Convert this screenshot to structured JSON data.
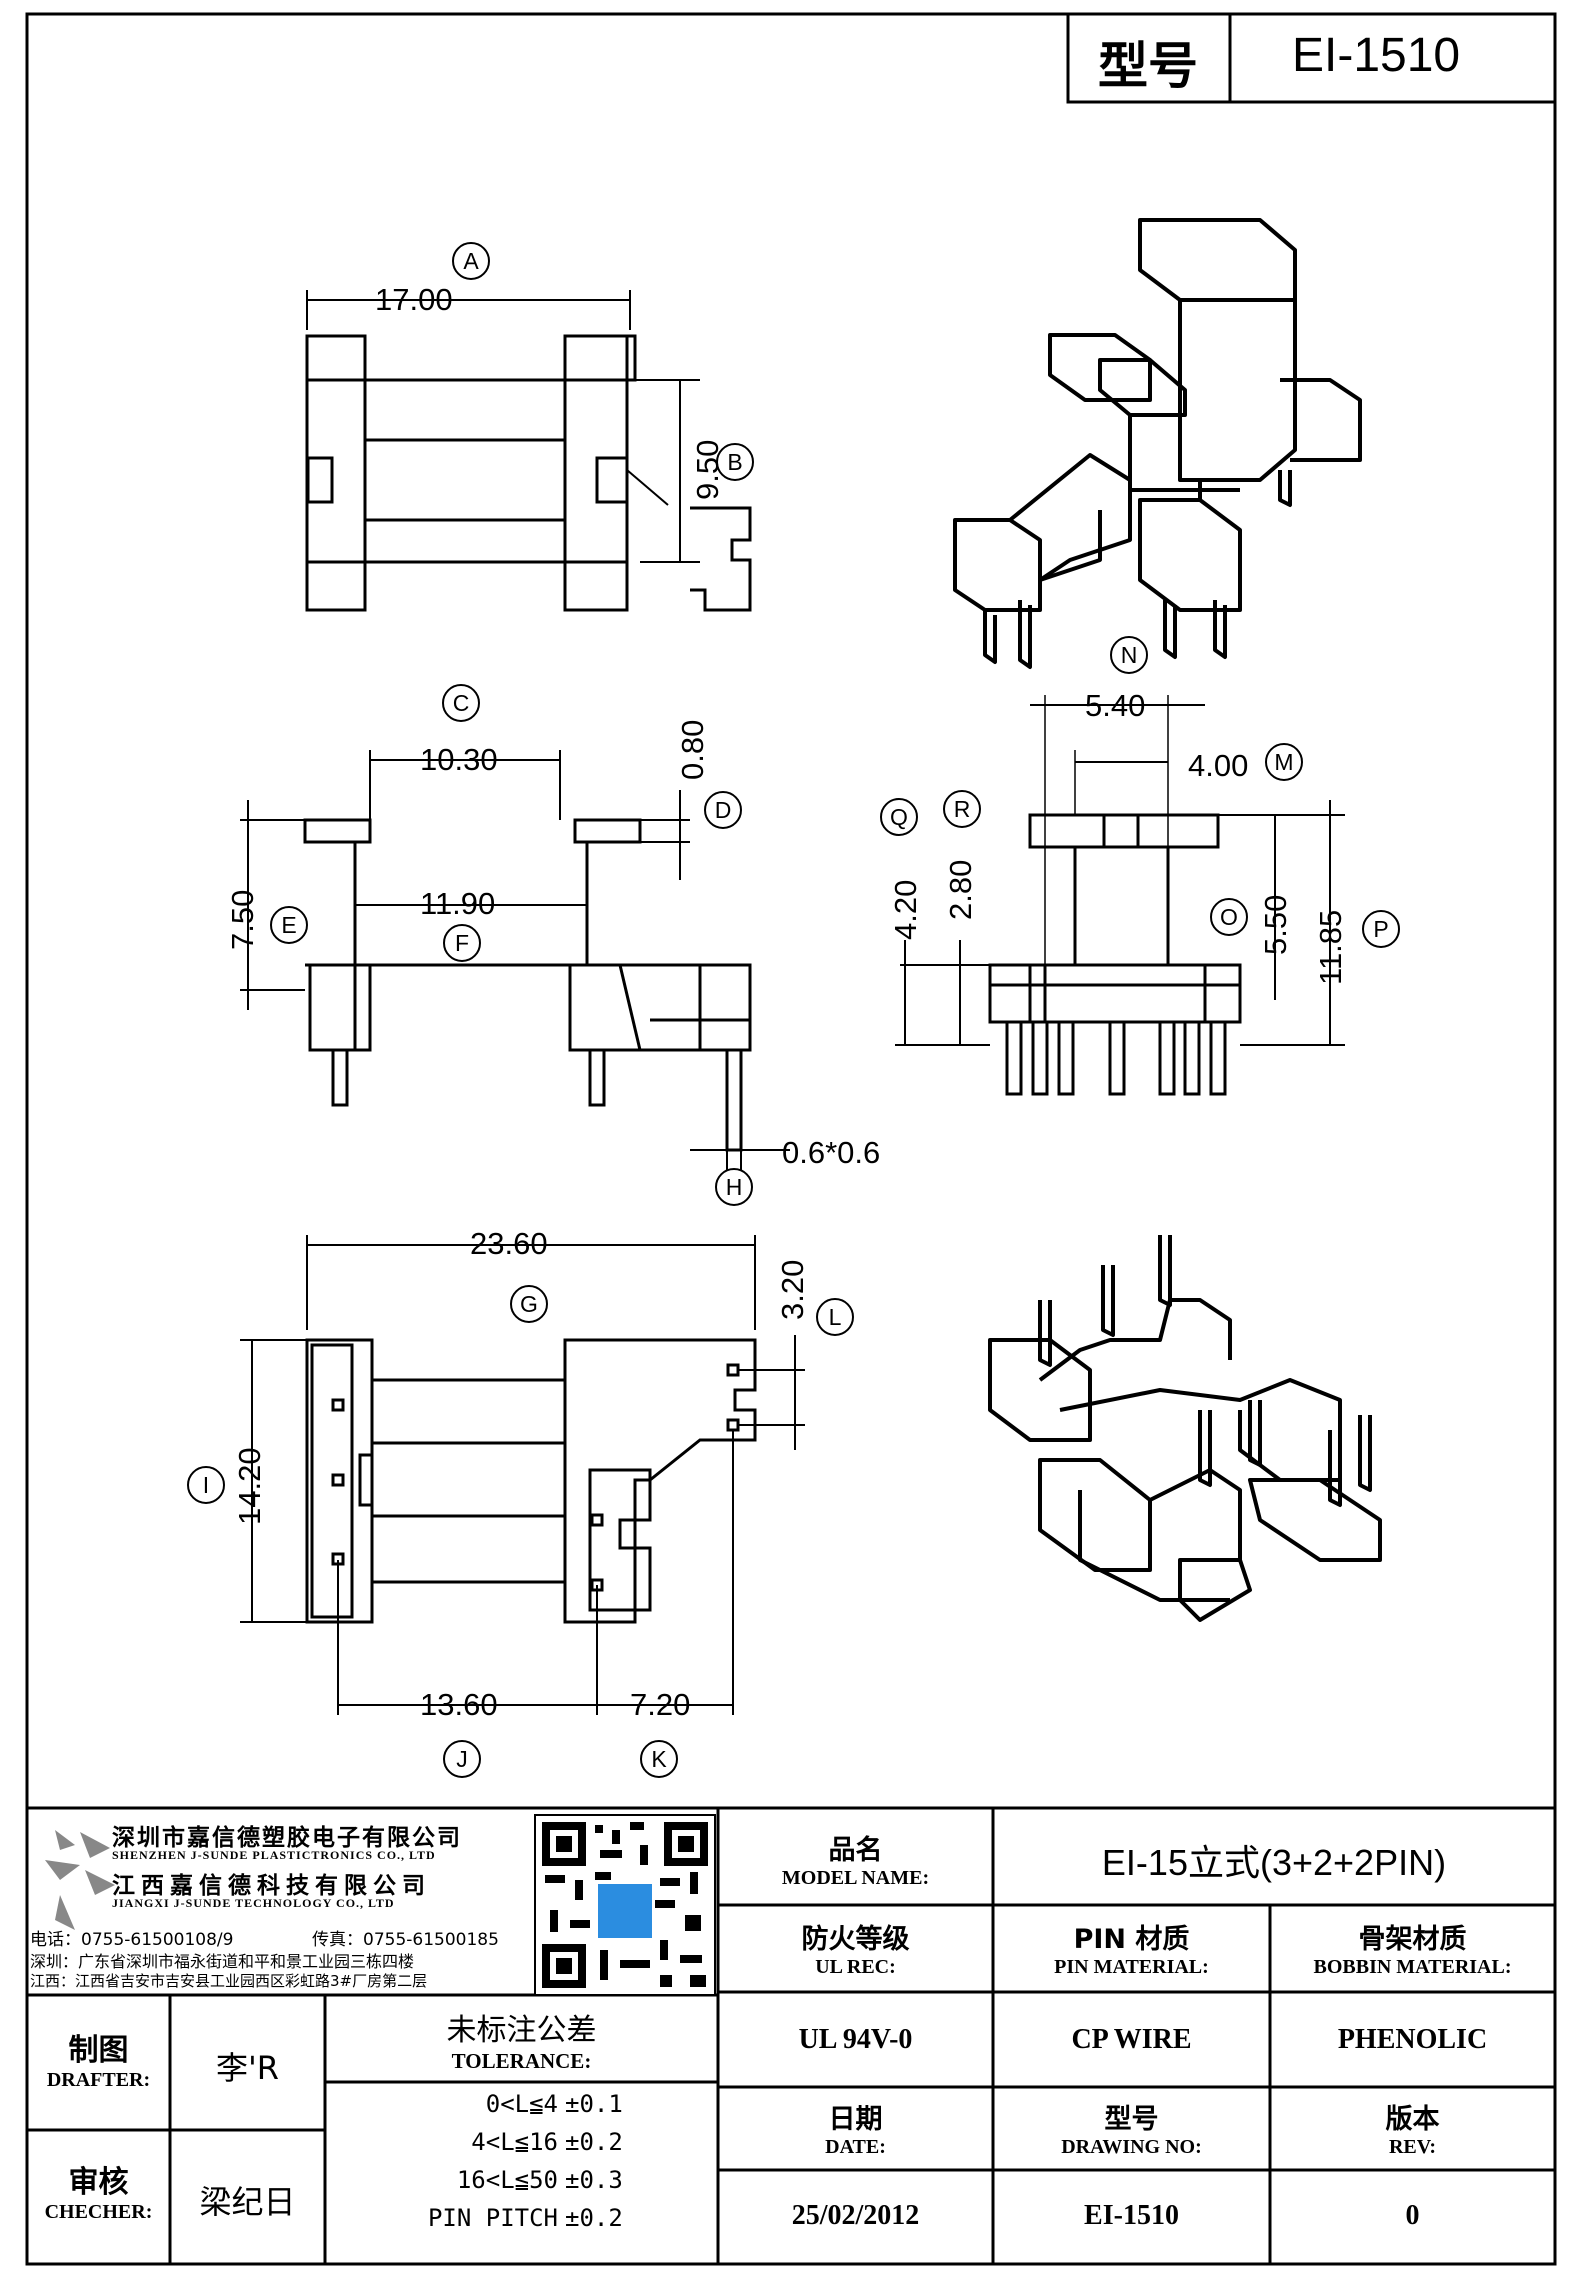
{
  "header": {
    "model_label": "型号",
    "model_value": "EI-1510"
  },
  "dimensions": {
    "A": "17.00",
    "B": "9.50",
    "C": "10.30",
    "D": "0.80",
    "E": "7.50",
    "F": "11.90",
    "G": "23.60",
    "H": "0.6*0.6",
    "I": "14.20",
    "J": "13.60",
    "K": "7.20",
    "L": "3.20",
    "M": "4.00",
    "N": "5.40",
    "O": "5.50",
    "P": "11.85",
    "Q": "4.20",
    "R": "2.80"
  },
  "dim_letters": [
    "A",
    "B",
    "C",
    "D",
    "E",
    "F",
    "G",
    "H",
    "I",
    "J",
    "K",
    "L",
    "M",
    "N",
    "O",
    "P",
    "Q",
    "R"
  ],
  "company": {
    "name_cn_1": "深圳市嘉信德塑胶电子有限公司",
    "name_en_1": "SHENZHEN J-SUNDE PLASTICTRONICS CO., LTD",
    "name_cn_2": "江西嘉信德科技有限公司",
    "name_en_2": "JIANGXI J-SUNDE TECHNOLOGY CO., LTD",
    "phone": "电话：0755-61500108/9",
    "fax": "传真：0755-61500185",
    "addr_sz": "深圳：广东省深圳市福永街道和平和景工业园三栋四楼",
    "addr_jx": "江西：江西省吉安市吉安县工业园西区彩虹路3#厂房第二层"
  },
  "title_block": {
    "model_name_cn": "品名",
    "model_name_en": "MODEL NAME:",
    "model_name_value": "EI-15立式(3+2+2PIN)",
    "ul_cn": "防火等级",
    "ul_en": "UL REC:",
    "ul_value": "UL 94V-0",
    "pin_cn": "PIN 材质",
    "pin_en": "PIN MATERIAL:",
    "pin_value": "CP WIRE",
    "bobbin_cn": "骨架材质",
    "bobbin_en": "BOBBIN MATERIAL:",
    "bobbin_value": "PHENOLIC",
    "drafter_cn": "制图",
    "drafter_en": "DRAFTER:",
    "drafter_value": "李'R",
    "checker_cn": "审核",
    "checker_en": "CHECHER:",
    "checker_value": "梁纪日",
    "tolerance_cn": "未标注公差",
    "tolerance_en": "TOLERANCE:",
    "tolerances": [
      {
        "range": "0<L≦4",
        "value": "±0.1"
      },
      {
        "range": "4<L≦16",
        "value": "±0.2"
      },
      {
        "range": "16<L≦50",
        "value": "±0.3"
      },
      {
        "range": "PIN PITCH",
        "value": "±0.2"
      }
    ],
    "date_cn": "日期",
    "date_en": "DATE:",
    "date_value": "25/02/2012",
    "drawing_cn": "型号",
    "drawing_en": "DRAWING NO:",
    "drawing_value": "EI-1510",
    "rev_cn": "版本",
    "rev_en": "REV:",
    "rev_value": "0"
  }
}
